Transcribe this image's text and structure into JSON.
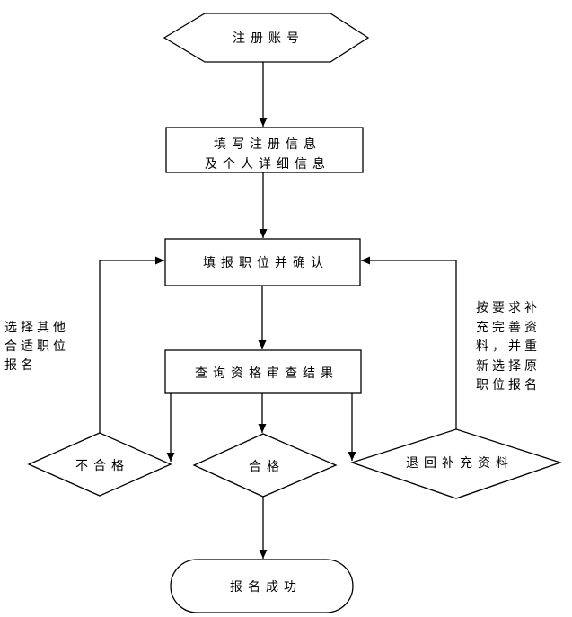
{
  "diagram": {
    "background_color": "#ffffff",
    "line_color": "#000000",
    "text_color": "#000000",
    "nodes": {
      "register_account": {
        "shape": "hexagon",
        "label": "注册账号"
      },
      "fill_registration_info": {
        "shape": "process",
        "lines": [
          "填写注册信息",
          "及个人详细信息"
        ]
      },
      "select_position_confirm": {
        "shape": "process",
        "label": "填报职位并确认"
      },
      "query_review_result": {
        "shape": "process",
        "label": "查询资格审查结果"
      },
      "unqualified": {
        "shape": "decision",
        "label": "不合格"
      },
      "qualified": {
        "shape": "decision",
        "label": "合格"
      },
      "returned_for_supplement": {
        "shape": "decision",
        "label": "退回补充资料"
      },
      "registration_success": {
        "shape": "terminator",
        "label": "报名成功"
      }
    },
    "annotations": {
      "left_note": {
        "lines": [
          "选择其他",
          "合适职位",
          "报名"
        ]
      },
      "right_note": {
        "lines": [
          "按要求补",
          "充完善资",
          "料，并重",
          "新选择原",
          "职位报名"
        ]
      }
    },
    "edges": [
      {
        "from": "register_account",
        "to": "fill_registration_info"
      },
      {
        "from": "fill_registration_info",
        "to": "select_position_confirm"
      },
      {
        "from": "select_position_confirm",
        "to": "query_review_result"
      },
      {
        "from": "query_review_result",
        "to": "unqualified"
      },
      {
        "from": "query_review_result",
        "to": "qualified"
      },
      {
        "from": "query_review_result",
        "to": "returned_for_supplement"
      },
      {
        "from": "qualified",
        "to": "registration_success"
      },
      {
        "from": "unqualified",
        "to": "select_position_confirm",
        "note": "left_note"
      },
      {
        "from": "returned_for_supplement",
        "to": "select_position_confirm",
        "note": "right_note"
      }
    ]
  }
}
